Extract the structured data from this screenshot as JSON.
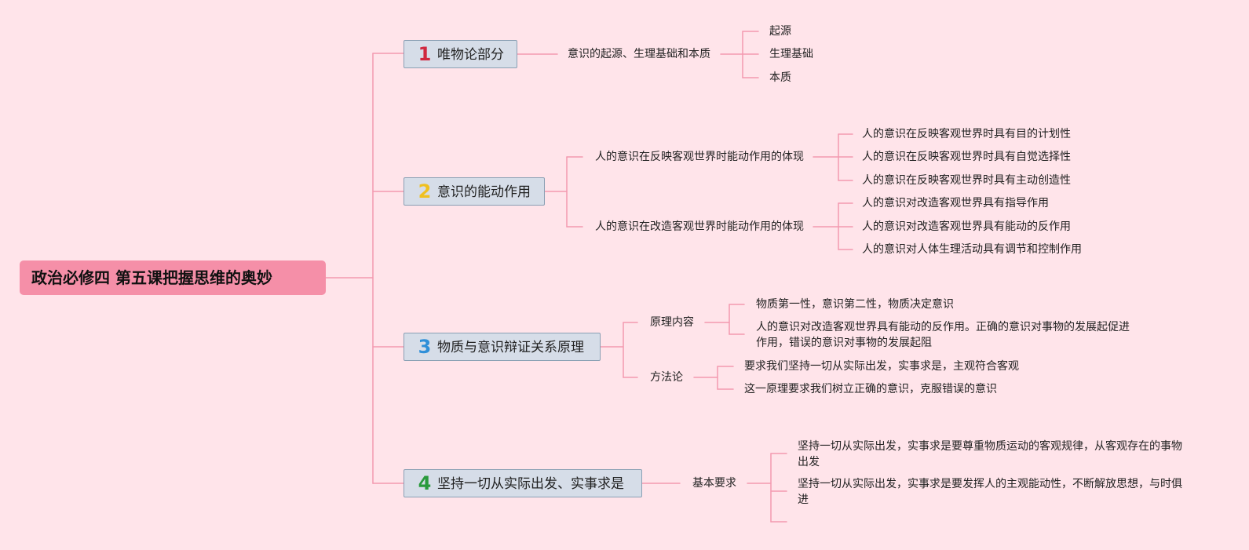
{
  "root": {
    "title": "政治必修四 第五课把握思维的奥妙"
  },
  "colors": {
    "background": "#ffe4ea",
    "root_fill": "#f58fa8",
    "topic_fill": "#d6dde8",
    "topic_border": "#8aa0b4",
    "connector": "#f49ab0",
    "num_1": "#d0283f",
    "num_2": "#f0c020",
    "num_3": "#2f8fd8",
    "num_4": "#2a9a3c"
  },
  "topics": [
    {
      "num": "1",
      "label": "唯物论部分",
      "children": [
        {
          "label": "意识的起源、生理基础和本质",
          "children": [
            "起源",
            "生理基础",
            "本质"
          ]
        }
      ]
    },
    {
      "num": "2",
      "label": "意识的能动作用",
      "children": [
        {
          "label": "人的意识在反映客观世界时能动作用的体现",
          "children": [
            "人的意识在反映客观世界时具有目的计划性",
            "人的意识在反映客观世界时具有自觉选择性",
            "人的意识在反映客观世界时具有主动创造性"
          ]
        },
        {
          "label": "人的意识在改造客观世界时能动作用的体现",
          "children": [
            "人的意识对改造客观世界具有指导作用",
            "人的意识对改造客观世界具有能动的反作用",
            "人的意识对人体生理活动具有调节和控制作用"
          ]
        }
      ]
    },
    {
      "num": "3",
      "label": "物质与意识辩证关系原理",
      "children": [
        {
          "label": "原理内容",
          "children": [
            "物质第一性，意识第二性，物质决定意识",
            "人的意识对改造客观世界具有能动的反作用。正确的意识对事物的发展起促进作用，错误的意识对事物的发展起阻"
          ]
        },
        {
          "label": "方法论",
          "children": [
            "要求我们坚持一切从实际出发，实事求是，主观符合客观",
            "这一原理要求我们树立正确的意识，克服错误的意识"
          ]
        }
      ]
    },
    {
      "num": "4",
      "label": "坚持一切从实际出发、实事求是",
      "children": [
        {
          "label": "基本要求",
          "children": [
            "坚持一切从实际出发，实事求是要尊重物质运动的客观规律，从客观存在的事物出发",
            "坚持一切从实际出发，实事求是要发挥人的主观能动性，不断解放思想，与时俱进"
          ]
        }
      ]
    }
  ]
}
